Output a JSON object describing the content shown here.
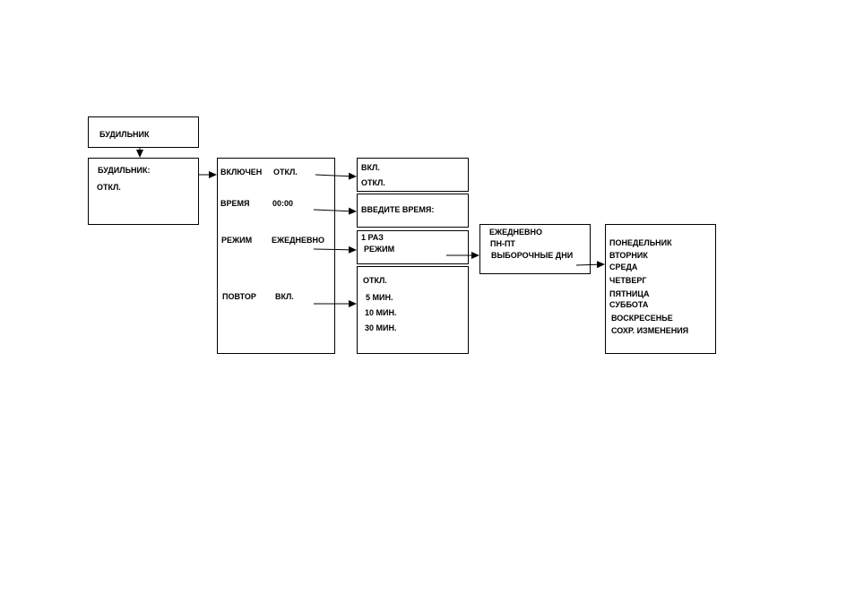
{
  "alarm_title": "БУДИЛЬНИК",
  "alarm_status": {
    "label": "БУДИЛЬНИК:",
    "value": "ОТКЛ."
  },
  "settings_menu": {
    "enabled_label": "ВКЛЮЧЕН",
    "enabled_value": "ОТКЛ.",
    "time_label": "ВРЕМЯ",
    "time_value": "00:00",
    "mode_label": "РЕЖИМ",
    "mode_value": "ЕЖЕДНЕВНО",
    "repeat_label": "ПОВТОР",
    "repeat_value": "ВКЛ."
  },
  "enabled_options": [
    "ВКЛ.",
    "ОТКЛ."
  ],
  "time_prompt": "ВВЕДИТЕ ВРЕМЯ:",
  "mode_menu": [
    "1 РАЗ",
    "РЕЖИМ"
  ],
  "repeat_options": [
    "ОТКЛ.",
    "5 МИН.",
    "10 МИН.",
    "30 МИН."
  ],
  "mode_options": [
    "ЕЖЕДНЕВНО",
    "ПН-ПТ",
    "ВЫБОРОЧНЫЕ ДНИ"
  ],
  "days": [
    "ПОНЕДЕЛЬНИК",
    "ВТОРНИК",
    "СРЕДА",
    "ЧЕТВЕРГ",
    "ПЯТНИЦА",
    "СУББОТА",
    "ВОСКРЕСЕНЬЕ",
    "СОХР. ИЗМЕНЕНИЯ"
  ]
}
